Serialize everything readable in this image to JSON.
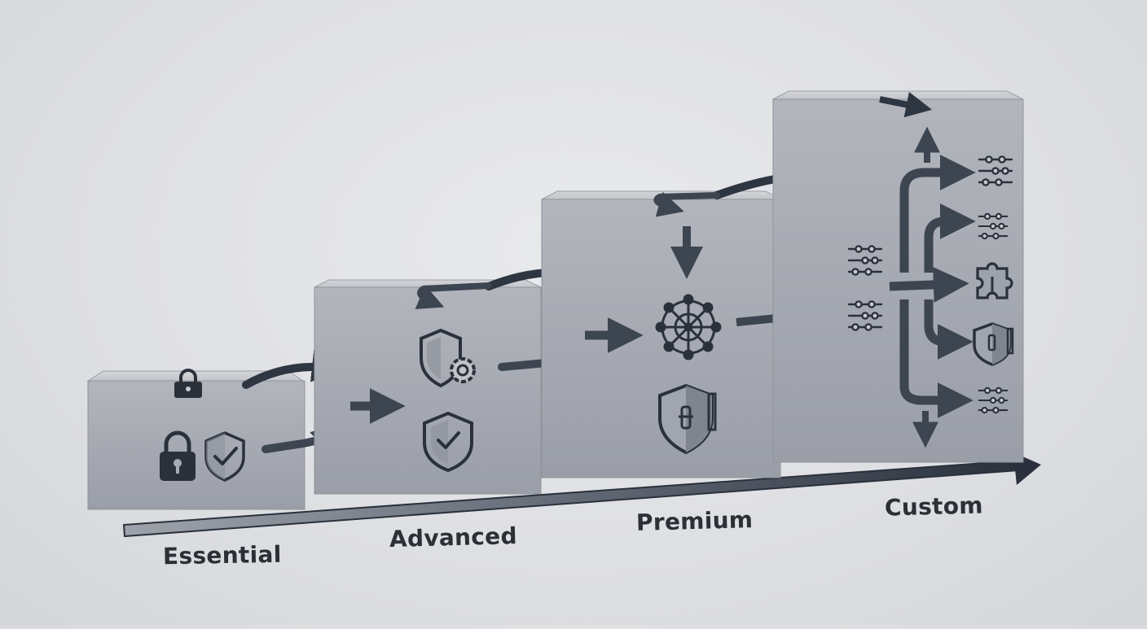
{
  "tiers": [
    {
      "label": "Essential",
      "icons": [
        "padlock-icon",
        "shield-check-icon"
      ]
    },
    {
      "label": "Advanced",
      "icons": [
        "shield-gear-icon",
        "shield-check-icon"
      ]
    },
    {
      "label": "Premium",
      "icons": [
        "network-node-icon",
        "shield-firewall-icon"
      ]
    },
    {
      "label": "Custom",
      "icons": [
        "slider-controls-icon",
        "puzzle-icon",
        "shield-firewall-icon"
      ]
    }
  ],
  "colors": {
    "box_front": "#a7abb3",
    "box_top": "#c9cbd0",
    "box_side": "#8b9099",
    "icon_stroke": "#2b313b",
    "arrow_dark": "#2e3642",
    "arrow_mid": "#6c737e"
  }
}
